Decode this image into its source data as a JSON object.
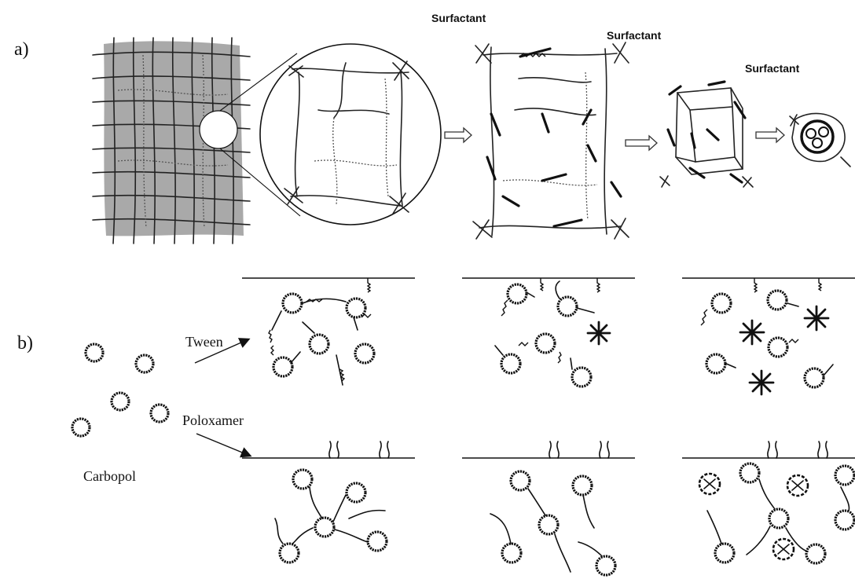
{
  "panels": {
    "a": {
      "label": "a)",
      "surfactant_labels": [
        "Surfactant",
        "Surfactant",
        "Surfactant"
      ]
    },
    "b": {
      "label": "b)",
      "tween_label": "Tween",
      "poloxamer_label": "Poloxamer",
      "carbopol_label": "Carbopol"
    }
  }
}
